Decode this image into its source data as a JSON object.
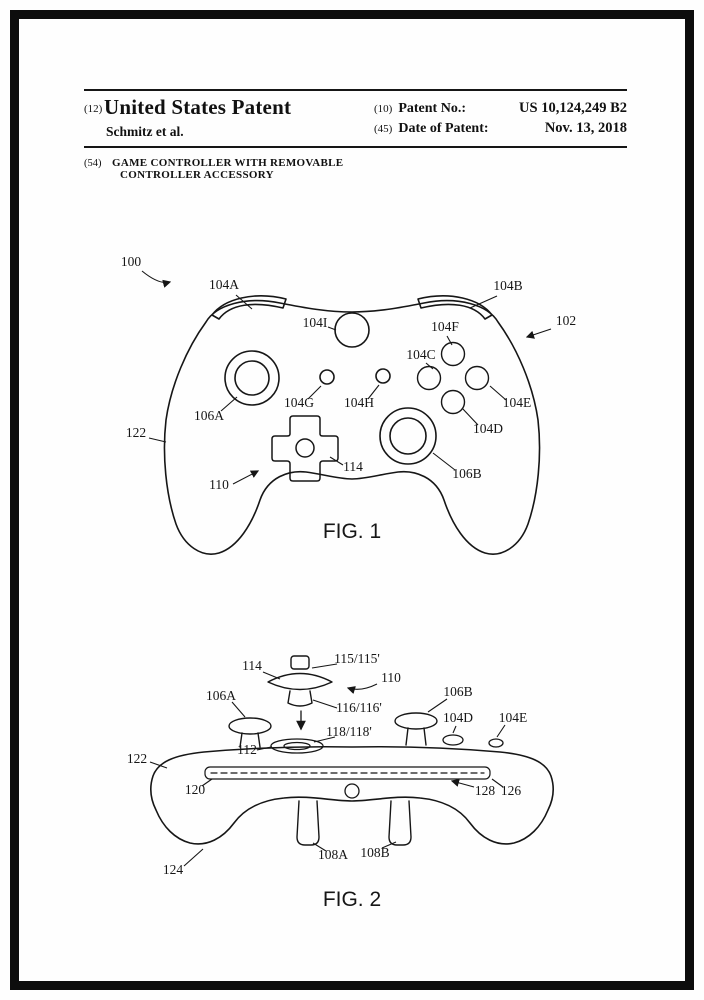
{
  "header": {
    "code12": "(12)",
    "title": "United States Patent",
    "authors": "Schmitz et al.",
    "code10": "(10)",
    "patent_no_label": "Patent No.:",
    "patent_no_value": "US 10,124,249 B2",
    "code45": "(45)",
    "date_label": "Date of Patent:",
    "date_value": "Nov. 13, 2018"
  },
  "invention": {
    "code54": "(54)",
    "title_line1": "GAME CONTROLLER WITH REMOVABLE",
    "title_line2": "CONTROLLER ACCESSORY"
  },
  "fig1": {
    "caption": "FIG. 1",
    "labels": {
      "n100": "100",
      "n102": "102",
      "n104A": "104A",
      "n104B": "104B",
      "n104C": "104C",
      "n104D": "104D",
      "n104E": "104E",
      "n104F": "104F",
      "n104G": "104G",
      "n104H": "104H",
      "n104I": "104I",
      "n106A": "106A",
      "n106B": "106B",
      "n110": "110",
      "n114": "114",
      "n122": "122"
    }
  },
  "fig2": {
    "caption": "FIG. 2",
    "labels": {
      "n108A": "108A",
      "n108B": "108B",
      "n104D": "104D",
      "n104E": "104E",
      "n106A": "106A",
      "n106B": "106B",
      "n110": "110",
      "n112": "112",
      "n114": "114",
      "n115": "115/115'",
      "n116": "116/116'",
      "n118": "118/118'",
      "n120": "120",
      "n122": "122",
      "n124": "124",
      "n126": "126",
      "n128": "128"
    }
  },
  "colors": {
    "ink": "#161616",
    "paper": "#fefefe"
  }
}
